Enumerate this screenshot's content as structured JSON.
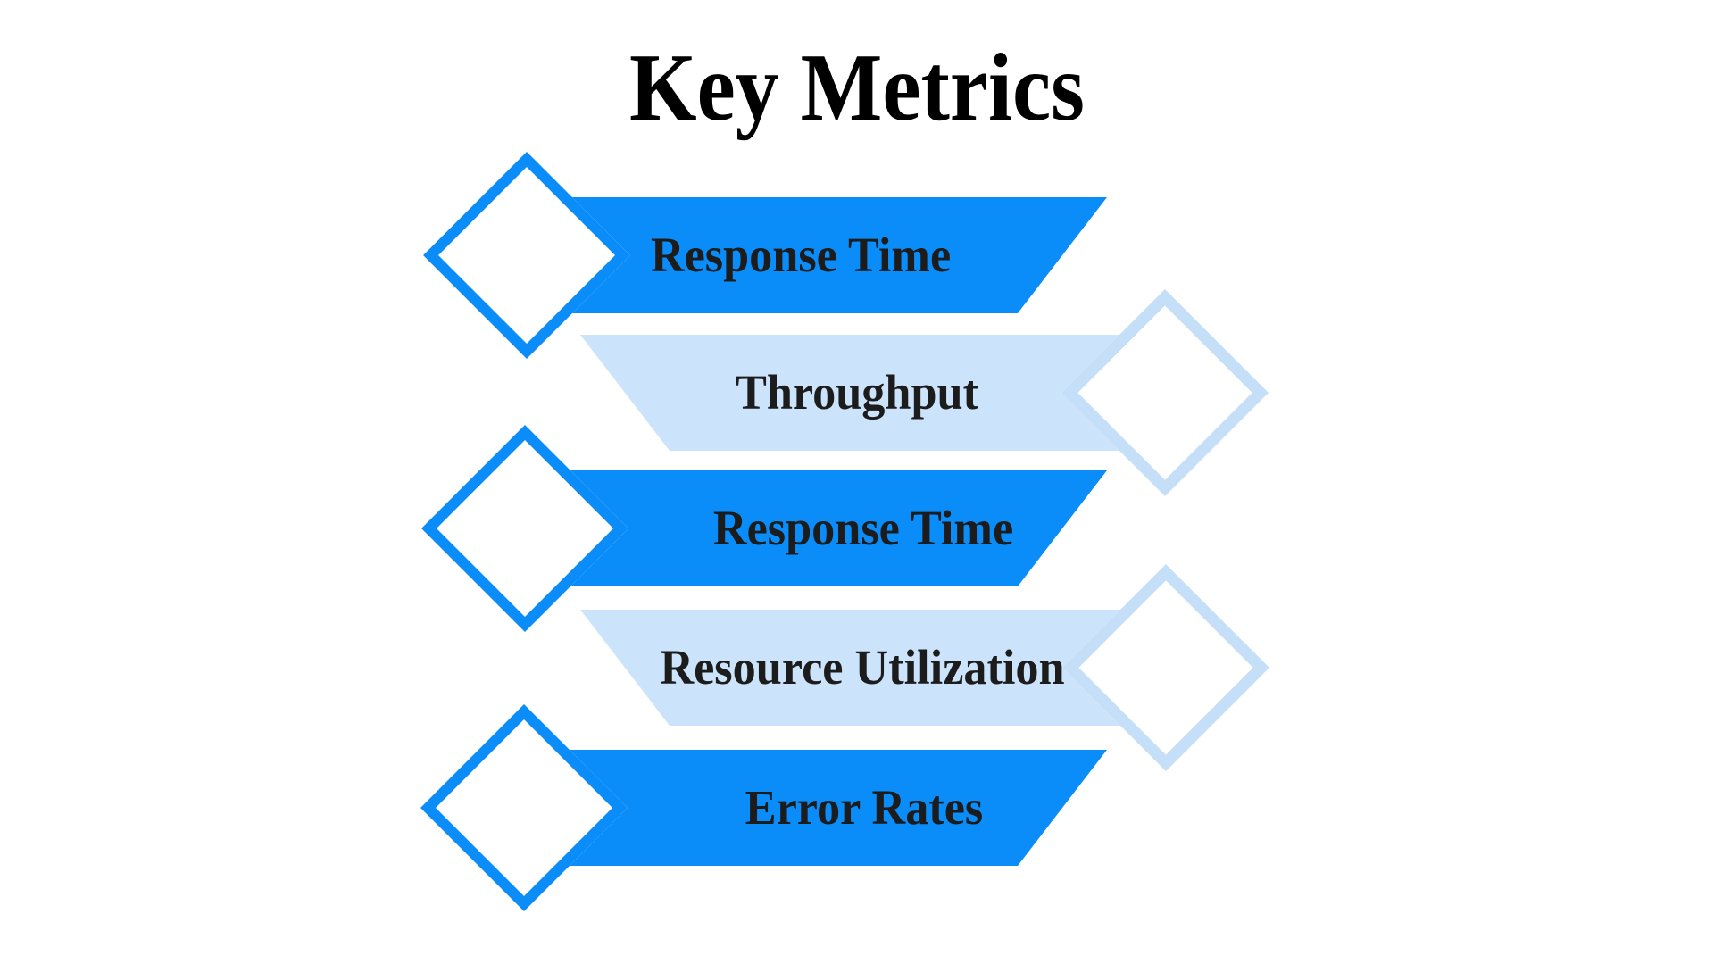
{
  "title": "Key Metrics",
  "colors": {
    "background": "#FFFFFF",
    "dark_blue": "#0A8DF8",
    "light_blue": "#CCE4FB",
    "light_diamond_stroke": "#C5DFF8",
    "diamond_fill": "#FFFFFF",
    "title_text": "#000000",
    "label_text": "#1C1C1C"
  },
  "metrics": [
    {
      "label": "Response Time",
      "variant": "dark",
      "diamond_side": "left"
    },
    {
      "label": "Throughput",
      "variant": "light",
      "diamond_side": "right"
    },
    {
      "label": "Response Time",
      "variant": "dark",
      "diamond_side": "left"
    },
    {
      "label": "Resource Utilization",
      "variant": "light",
      "diamond_side": "right"
    },
    {
      "label": "Error Rates",
      "variant": "dark",
      "diamond_side": "left"
    }
  ]
}
